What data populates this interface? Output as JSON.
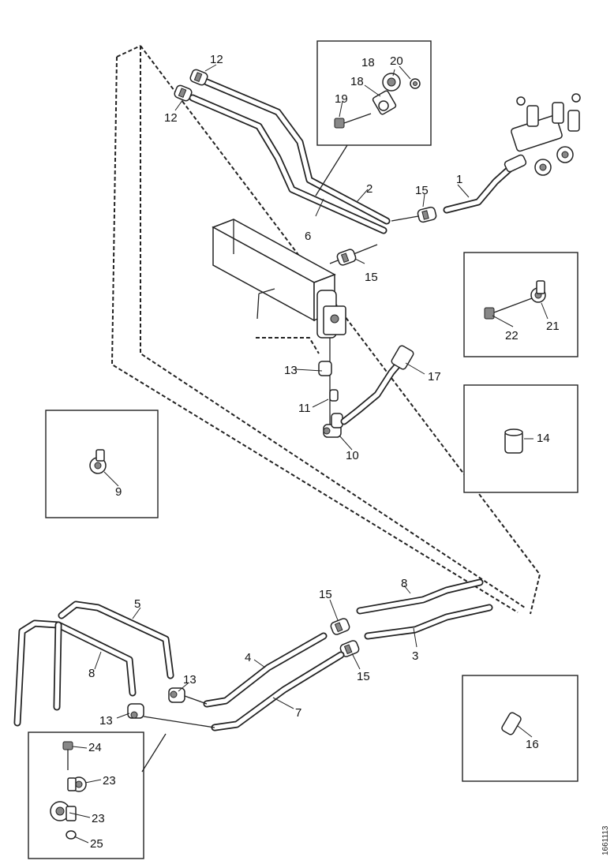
{
  "diagram": {
    "drawing_number": "1661113",
    "callouts": {
      "c1": "1",
      "c2": "2",
      "c3": "3",
      "c4": "4",
      "c5": "5",
      "c6": "6",
      "c7": "7",
      "c8a": "8",
      "c8b": "8",
      "c9": "9",
      "c10": "10",
      "c11": "11",
      "c12a": "12",
      "c12b": "12",
      "c13a": "13",
      "c13b": "13",
      "c13c": "13",
      "c14": "14",
      "c15a": "15",
      "c15b": "15",
      "c15c": "15",
      "c15d": "15",
      "c16": "16",
      "c17": "17",
      "c18a": "18",
      "c18b": "18",
      "c19": "19",
      "c20": "20",
      "c21": "21",
      "c22": "22",
      "c23a": "23",
      "c23b": "23",
      "c24": "24",
      "c25": "25"
    }
  }
}
